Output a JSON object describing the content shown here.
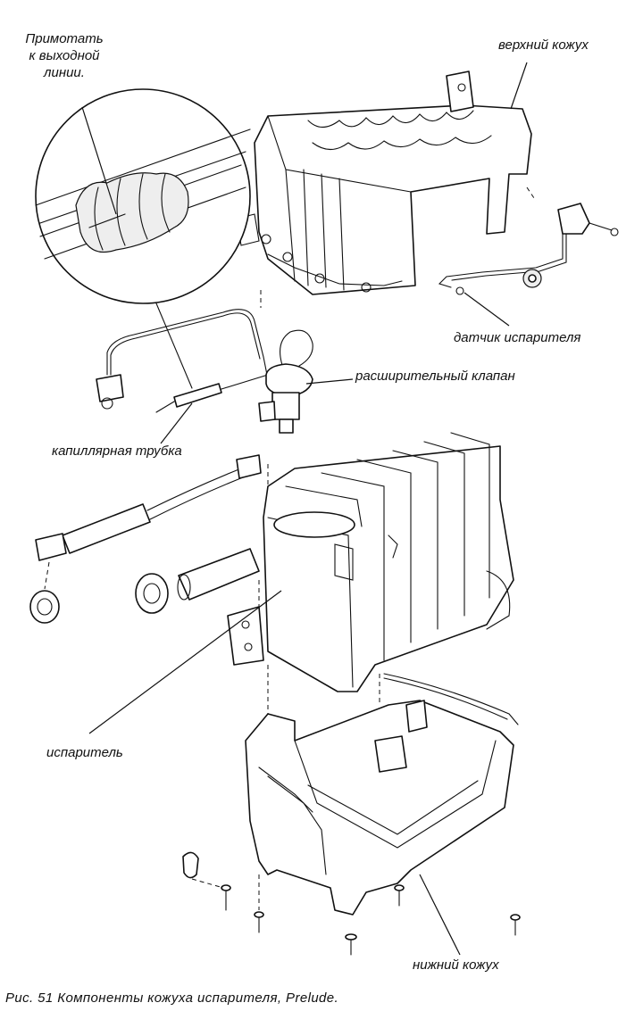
{
  "labels": {
    "upper_case": "верхний кожух",
    "note": [
      "Примотать",
      "к выходной",
      "линии."
    ],
    "sensor": "датчик испарителя",
    "expansion_valve": "расширительный клапан",
    "capillary_tube": "капиллярная трубка",
    "evaporator": "испаритель",
    "lower_case": "нижний кожух"
  },
  "caption": "Рис. 51 Компоненты кожуха испарителя, Prelude."
}
